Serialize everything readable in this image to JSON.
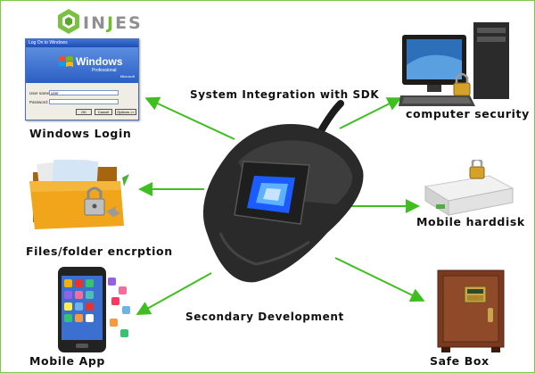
{
  "brand": {
    "name_prefix": "IN",
    "name_accent": "J",
    "name_suffix": "ES"
  },
  "center": {
    "top_label": "System Integration with SDK",
    "bottom_label": "Secondary Development"
  },
  "nodes": {
    "windows_login": "Windows Login",
    "files_encryption": "Files/folder encrption",
    "mobile_app": "Mobile App",
    "computer_security": "computer security",
    "mobile_harddisk": "Mobile harddisk",
    "safe_box": "Safe Box"
  },
  "windows_screen": {
    "title": "Log On to Windows",
    "brand": "Windows",
    "edition": "Professional",
    "vendor": "Microsoft",
    "user_label": "User name:",
    "user_value": "user",
    "password_label": "Password:",
    "ok": "OK",
    "cancel": "Cancel",
    "options": "Options >>"
  },
  "colors": {
    "arrow": "#3fbf1f",
    "accent": "#6bbf2a",
    "logo_gray": "#8f8f8f",
    "sensor_blue": "#1a5cff"
  }
}
